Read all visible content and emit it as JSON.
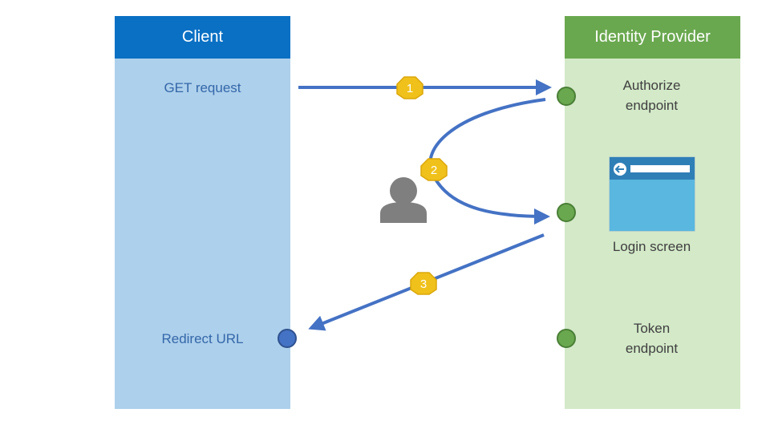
{
  "client": {
    "title": "Client",
    "get_request": "GET request",
    "redirect_url": "Redirect URL"
  },
  "identity_provider": {
    "title": "Identity Provider",
    "authorize_line1": "Authorize",
    "authorize_line2": "endpoint",
    "login_screen": "Login screen",
    "token_line1": "Token",
    "token_line2": "endpoint"
  },
  "steps": {
    "step1": "1",
    "step2": "2",
    "step3": "3"
  },
  "colors": {
    "client_header": "#0a70c4",
    "client_lane": "#add0ec",
    "idp_header": "#6aa84f",
    "idp_lane": "#d3e9c8",
    "arrow": "#4472c4",
    "badge": "#f0c11a",
    "endpoint_dot": "#6aa84f",
    "redirect_dot": "#4472c4"
  },
  "icons": {
    "user": "user-icon",
    "login_screen": "browser-window-icon",
    "back_arrow": "back-arrow-icon"
  }
}
